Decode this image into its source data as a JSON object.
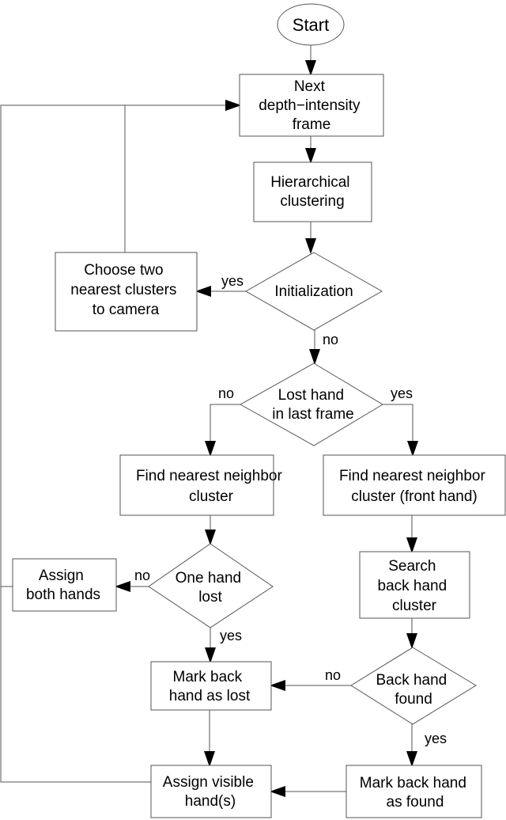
{
  "nodes": {
    "start": [
      "Start"
    ],
    "next_frame": [
      "Next",
      "depth−intensity",
      "frame"
    ],
    "clustering": [
      "Hierarchical",
      "clustering"
    ],
    "initialization": [
      "Initialization"
    ],
    "choose_clusters": [
      "Choose two",
      "nearest clusters",
      "to camera"
    ],
    "lost_hand": [
      "Lost hand",
      "in last frame"
    ],
    "find_nn_left": [
      "Find nearest neighbor",
      "cluster"
    ],
    "find_nn_right": [
      "Find nearest neighbor",
      "cluster (front hand)"
    ],
    "one_hand_lost": [
      "One hand",
      "lost"
    ],
    "assign_both": [
      "Assign",
      "both hands"
    ],
    "search_back": [
      "Search",
      "back hand",
      "cluster"
    ],
    "back_found": [
      "Back hand",
      "found"
    ],
    "mark_lost": [
      "Mark back",
      "hand as lost"
    ],
    "mark_found": [
      "Mark back hand",
      "as found"
    ],
    "assign_visible": [
      "Assign visible",
      "hand(s)"
    ]
  },
  "edges": {
    "init_yes": "yes",
    "init_no": "no",
    "lost_no": "no",
    "lost_yes": "yes",
    "onehand_no": "no",
    "onehand_yes": "yes",
    "back_no": "no",
    "back_yes": "yes"
  }
}
